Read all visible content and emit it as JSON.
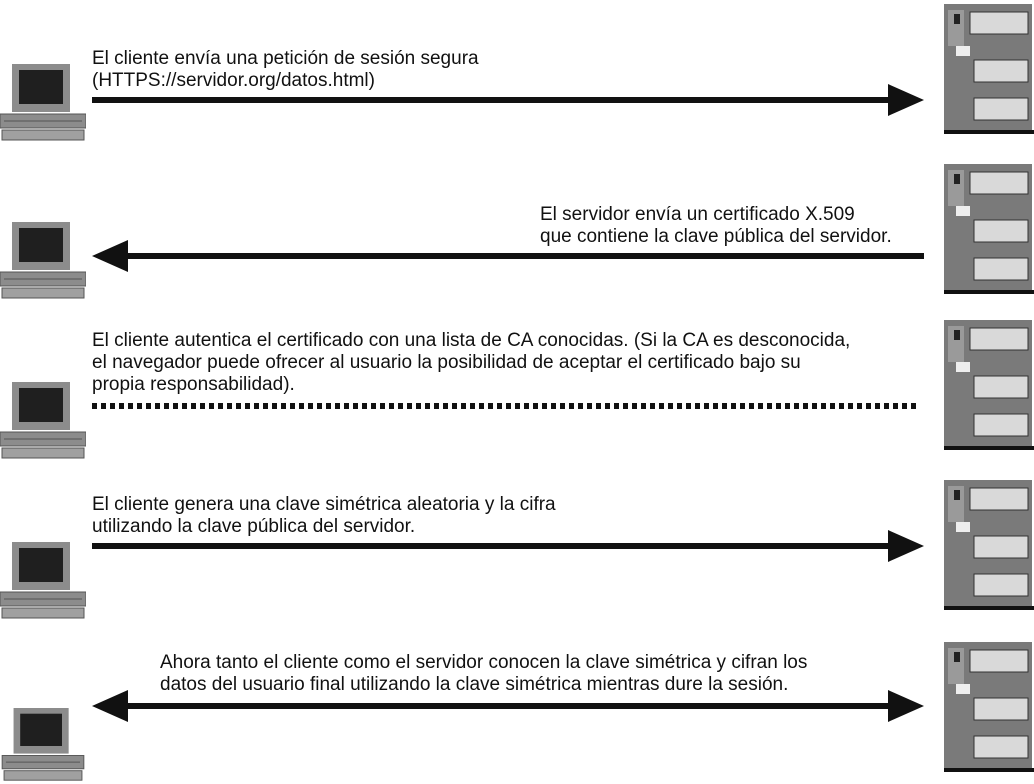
{
  "steps": [
    {
      "direction": "right",
      "style": "solid",
      "lines": [
        "El cliente envía una petición de sesión segura",
        "(HTTPS://servidor.org/datos.html)"
      ]
    },
    {
      "direction": "left",
      "style": "solid",
      "lines": [
        "El servidor envía un certificado X.509",
        "que contiene la clave pública del servidor."
      ]
    },
    {
      "direction": "none",
      "style": "dotted",
      "lines": [
        "El cliente autentica el certificado con una lista de CA conocidas. (Si la CA es desconocida,",
        "el navegador puede ofrecer al usuario la posibilidad de aceptar el certificado bajo su",
        "propia responsabilidad)."
      ]
    },
    {
      "direction": "right",
      "style": "solid",
      "lines": [
        "El cliente genera una clave simétrica aleatoria y la cifra",
        "utilizando la clave pública del servidor."
      ]
    },
    {
      "direction": "both",
      "style": "solid",
      "lines": [
        "Ahora tanto el cliente como el servidor conocen la clave simétrica y cifran los",
        "datos del usuario final utilizando la clave simétrica mientras dure la sesión."
      ]
    }
  ],
  "icons": {
    "client": "desktop-computer-icon",
    "server": "server-rack-icon"
  },
  "colors": {
    "ink": "#111111",
    "screen": "#1f1f1f",
    "monitor": "#8c8c8c",
    "server_body": "#7a7a7a",
    "drive": "#d9d9d9"
  }
}
